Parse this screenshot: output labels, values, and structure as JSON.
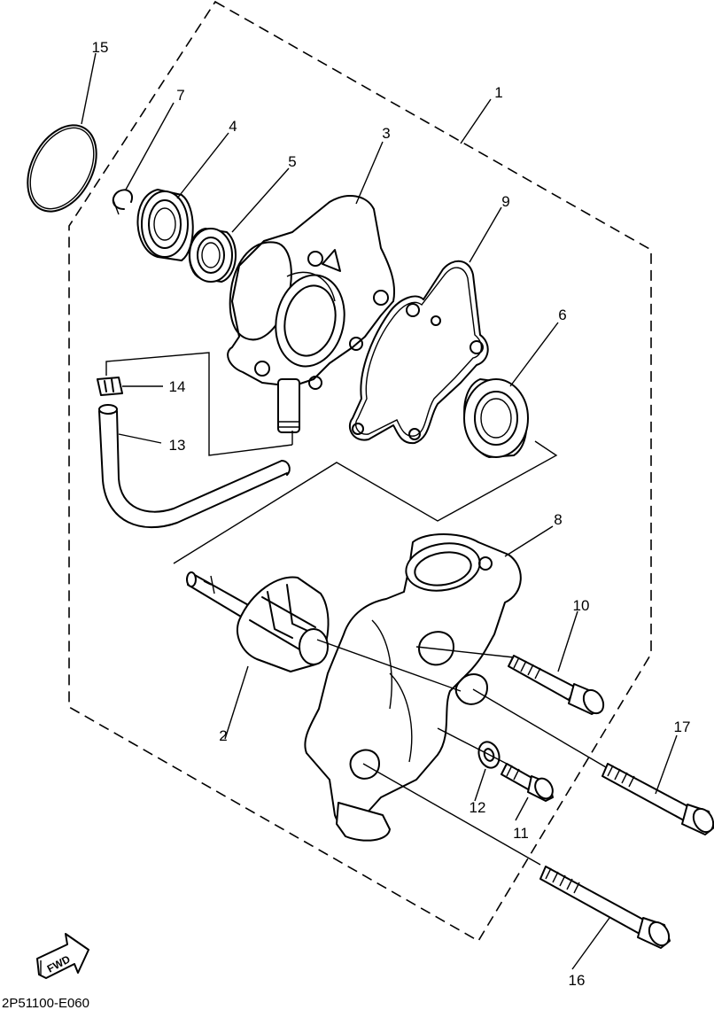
{
  "callouts": {
    "c1": "1",
    "c2": "2",
    "c3": "3",
    "c4": "4",
    "c5": "5",
    "c6": "6",
    "c7": "7",
    "c8": "8",
    "c9": "9",
    "c10": "10",
    "c11": "11",
    "c12": "12",
    "c13": "13",
    "c14": "14",
    "c15": "15",
    "c16": "16",
    "c17": "17"
  },
  "fwd_label": "FWD",
  "diagram_code": "2P51100-E060"
}
